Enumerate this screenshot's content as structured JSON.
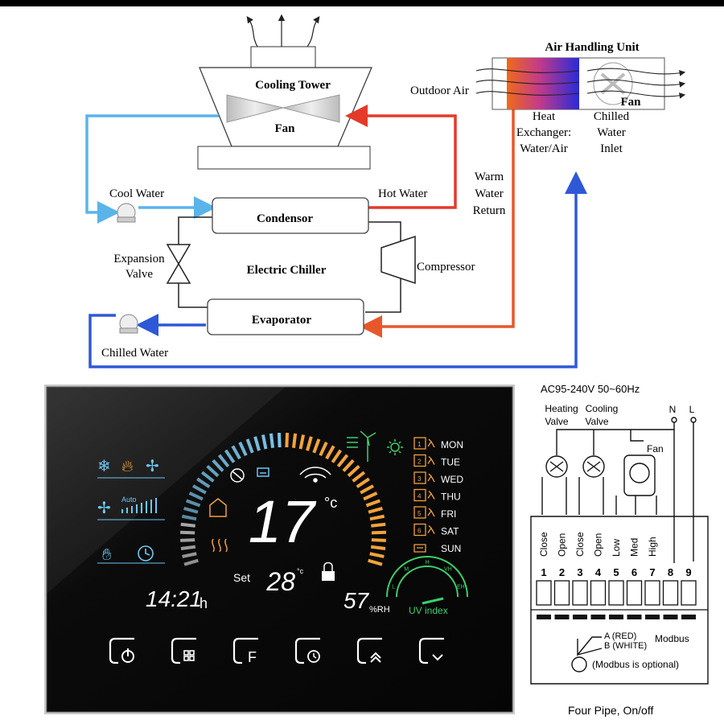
{
  "system": {
    "cooling_tower": {
      "title": "Cooling Tower",
      "fan": "Fan"
    },
    "ahu": {
      "title": "Air Handling Unit",
      "outdoor_air": "Outdoor Air",
      "fan": "Fan",
      "heat_exchanger": [
        "Heat",
        "Exchanger:",
        "Water/Air"
      ],
      "chilled_water_inlet": [
        "Chilled",
        "Water",
        "Inlet"
      ]
    },
    "chiller": {
      "title": "Electric Chiller",
      "condensor": "Condensor",
      "evaporator": "Evaporator",
      "compressor": "Compressor",
      "expansion_valve": [
        "Expansion",
        "Valve"
      ]
    },
    "flows": {
      "cool_water": "Cool Water",
      "hot_water": "Hot Water",
      "chilled_water": "Chilled Water",
      "warm_water_return": [
        "Warm",
        "Water",
        "Return"
      ]
    },
    "colors": {
      "hot": "#e43a2a",
      "cool": "#5ab4ea",
      "chilled": "#2f58d6",
      "warm": "#e8572a"
    }
  },
  "thermostat": {
    "temperature": "17",
    "temp_unit": "°c",
    "set_label": "Set",
    "set_temperature": "28",
    "set_unit": "°c",
    "clock": "14:21",
    "clock_suffix": "h",
    "humidity": "57",
    "humidity_unit": "%RH",
    "uv_label": "UV index",
    "uv_scale": [
      "L",
      "M",
      "H",
      "VH",
      "EH"
    ],
    "fan_mode": "Auto",
    "days": [
      "MON",
      "TUE",
      "WED",
      "THU",
      "FRI",
      "SAT",
      "SUN"
    ],
    "day_icons": [
      "1",
      "2",
      "3",
      "4",
      "5",
      "6"
    ],
    "mode_icons": [
      "snowflake-icon",
      "flame-icon",
      "fan-icon"
    ],
    "buttons": [
      "power-button",
      "menu-button",
      "function-button",
      "schedule-button",
      "up-button",
      "down-button"
    ],
    "colors": {
      "cold": "#7ec8f0",
      "warm": "#f4a23a",
      "segment": "#ffffff",
      "green": "#3dcf6a",
      "orange": "#f2a03a"
    }
  },
  "wiring": {
    "supply": "AC95-240V  50~60Hz",
    "heating_valve": [
      "Heating",
      "Valve"
    ],
    "cooling_valve": [
      "Cooling",
      "Valve"
    ],
    "fan": "Fan",
    "neutral": "N",
    "line": "L",
    "terminal_labels": [
      "Close",
      "Open",
      "Close",
      "Open",
      "Low",
      "Med",
      "High"
    ],
    "terminal_numbers": [
      "1",
      "2",
      "3",
      "4",
      "5",
      "6",
      "7",
      "8",
      "9"
    ],
    "modbus_a": "A (RED)",
    "modbus_b": "B (WHITE)",
    "modbus": "Modbus",
    "modbus_note": "(Modbus is optional)",
    "caption": "Four Pipe, On/off"
  }
}
